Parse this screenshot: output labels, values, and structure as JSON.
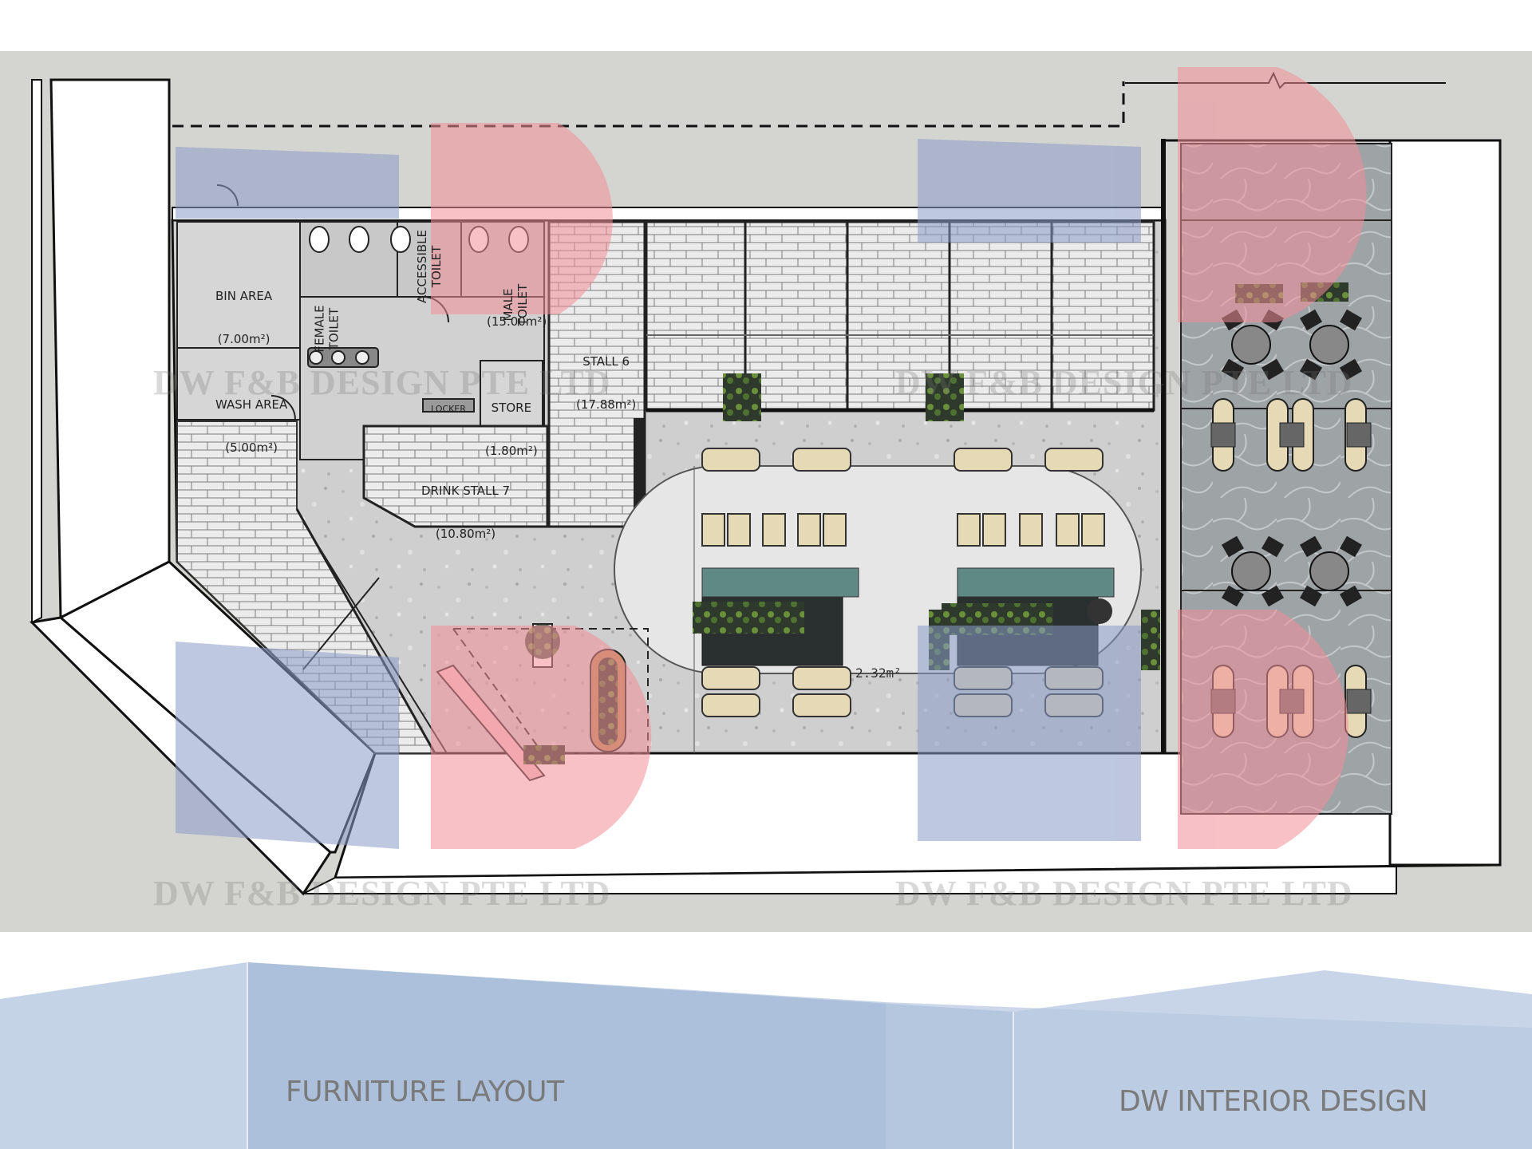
{
  "rooms": {
    "bin_area": {
      "name": "BIN AREA",
      "area": "(7.00m²)"
    },
    "wash_area": {
      "name": "WASH AREA",
      "area": "(5.00m²)"
    },
    "female_toilet": {
      "name": "FEMALE\nTOILET"
    },
    "accessible_toilet": {
      "name": "ACCESSIBLE\nTOILET"
    },
    "male_toilet": {
      "name": "MALE\nTOILET",
      "area": "(15.00m²)"
    },
    "store": {
      "name": "STORE",
      "area": "(1.80m²)"
    },
    "locker": {
      "name": "LOCKER"
    },
    "stall_6": {
      "name": "STALL 6",
      "area": "(17.88m²)"
    },
    "drink_stall_7": {
      "name": "DRINK STALL 7",
      "area": "(10.80m²)"
    },
    "seating_area": {
      "area": "2.32m²"
    }
  },
  "watermark": {
    "company": "DW F&B DESIGN PTE LTD",
    "colors": {
      "blue": "#2e4fa0",
      "red": "#e0303a"
    }
  },
  "footer": {
    "title": "FURNITURE LAYOUT",
    "brand": "DW INTERIOR DESIGN"
  }
}
